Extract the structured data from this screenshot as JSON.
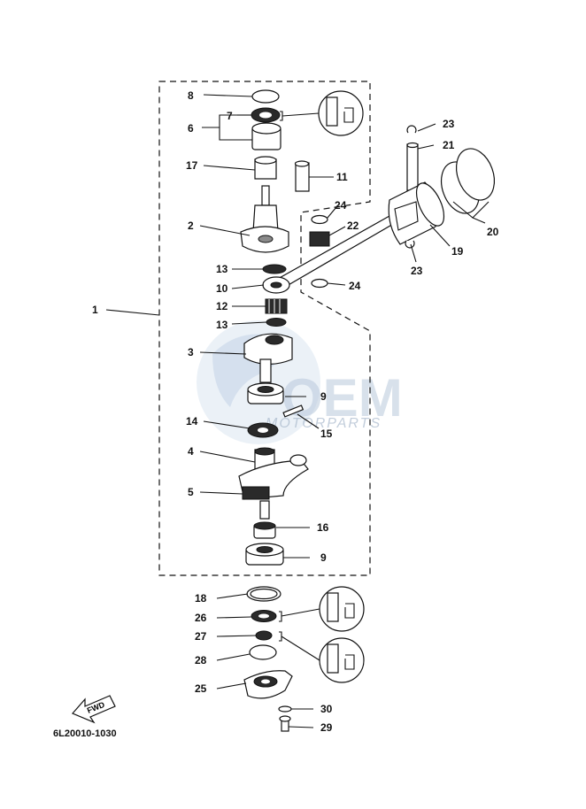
{
  "diagram": {
    "code": "6L20010-1030",
    "fwd_label": "FWD",
    "watermark": {
      "main": "OEM",
      "sub": "MOTORPARTS"
    }
  },
  "callouts": [
    {
      "id": "c1",
      "num": "1"
    },
    {
      "id": "c2",
      "num": "2"
    },
    {
      "id": "c3",
      "num": "3"
    },
    {
      "id": "c4",
      "num": "4"
    },
    {
      "id": "c5",
      "num": "5"
    },
    {
      "id": "c6",
      "num": "6"
    },
    {
      "id": "c7",
      "num": "7"
    },
    {
      "id": "c8",
      "num": "8"
    },
    {
      "id": "c9a",
      "num": "9"
    },
    {
      "id": "c9b",
      "num": "9"
    },
    {
      "id": "c10",
      "num": "10"
    },
    {
      "id": "c11",
      "num": "11"
    },
    {
      "id": "c12",
      "num": "12"
    },
    {
      "id": "c13a",
      "num": "13"
    },
    {
      "id": "c13b",
      "num": "13"
    },
    {
      "id": "c14",
      "num": "14"
    },
    {
      "id": "c15",
      "num": "15"
    },
    {
      "id": "c16",
      "num": "16"
    },
    {
      "id": "c17",
      "num": "17"
    },
    {
      "id": "c18",
      "num": "18"
    },
    {
      "id": "c19",
      "num": "19"
    },
    {
      "id": "c20",
      "num": "20"
    },
    {
      "id": "c21",
      "num": "21"
    },
    {
      "id": "c22",
      "num": "22"
    },
    {
      "id": "c23a",
      "num": "23"
    },
    {
      "id": "c23b",
      "num": "23"
    },
    {
      "id": "c24a",
      "num": "24"
    },
    {
      "id": "c24b",
      "num": "24"
    },
    {
      "id": "c25",
      "num": "25"
    },
    {
      "id": "c26",
      "num": "26"
    },
    {
      "id": "c27",
      "num": "27"
    },
    {
      "id": "c28",
      "num": "28"
    },
    {
      "id": "c29",
      "num": "29"
    },
    {
      "id": "c30",
      "num": "30"
    }
  ]
}
